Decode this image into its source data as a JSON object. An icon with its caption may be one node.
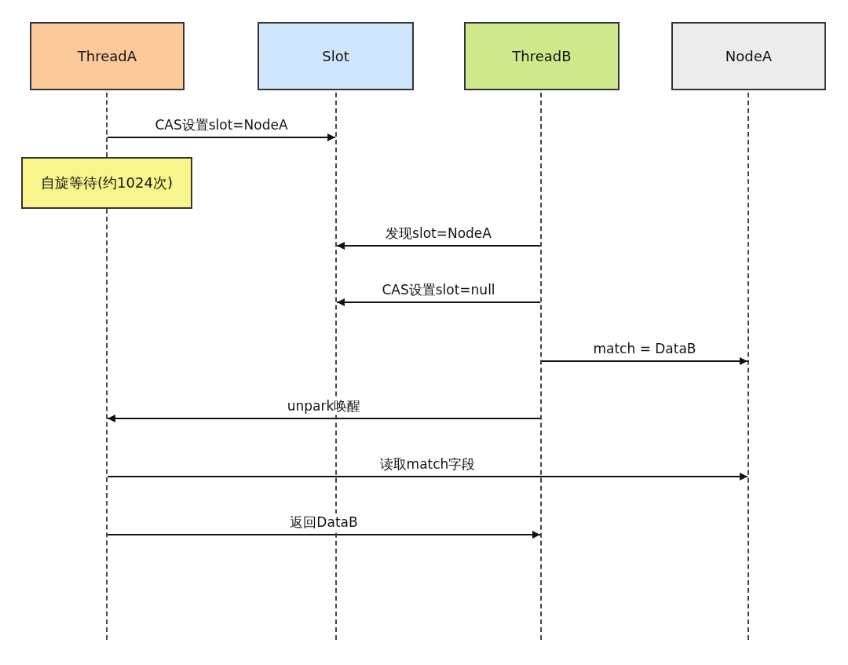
{
  "diagram": {
    "nodes": [
      {
        "text": [
          "ThreadA"
        ]
      },
      {
        "text": [
          "Slot"
        ]
      },
      {
        "text": [
          "ThreadB"
        ]
      },
      {
        "text": [
          "NodeA"
        ]
      },
      {
        "text": [
          "自旋等待(约1024次)"
        ]
      },
      {
        "text": [],
        "shape": "line"
      },
      {
        "text": [],
        "shape": "line"
      },
      {
        "text": [],
        "shape": "line"
      },
      {
        "text": [],
        "shape": "line"
      },
      {
        "text": [],
        "shape": "line"
      }
    ],
    "edges": [
      {
        "from": 5,
        "to": 7,
        "arrow": "to",
        "label": "CAS设置slot=NodeA"
      },
      {
        "from": 8,
        "to": 7,
        "arrow": "to",
        "label": "发现slot=NodeA"
      },
      {
        "from": 8,
        "to": 7,
        "arrow": "to",
        "label": "CAS设置slot=null"
      },
      {
        "from": 8,
        "to": 9,
        "arrow": "to",
        "label": "match = DataB"
      },
      {
        "from": 8,
        "to": 6,
        "arrow": "to",
        "label": "unpark唤醒"
      },
      {
        "from": 6,
        "to": 9,
        "arrow": "to",
        "label": "读取match字段"
      },
      {
        "from": 6,
        "to": 8,
        "arrow": "to",
        "label": "返回DataB"
      }
    ]
  }
}
